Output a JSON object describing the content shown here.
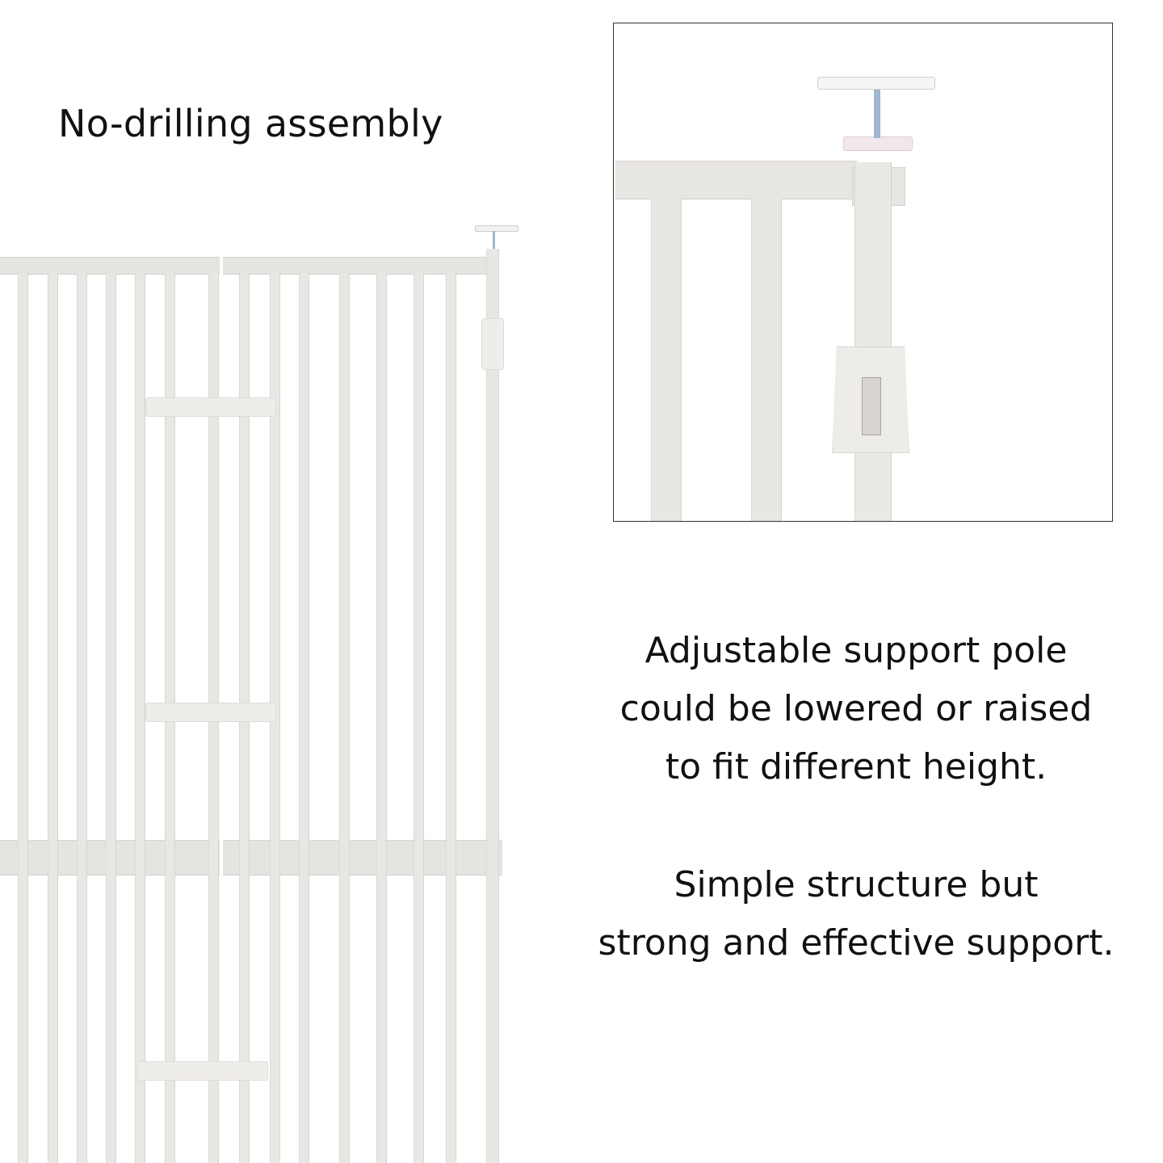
{
  "headline": "No-drilling assembly",
  "description": {
    "line1": "Adjustable support pole",
    "line2": "could be lowered or raised",
    "line3": "to fit different height.",
    "line4": "Simple structure but",
    "line5": "strong and effective support."
  },
  "colors": {
    "background": "#ffffff",
    "gate": "#e9e7e3",
    "text": "#111111",
    "inset_border": "#333333",
    "screw": "#9fb6cc"
  }
}
